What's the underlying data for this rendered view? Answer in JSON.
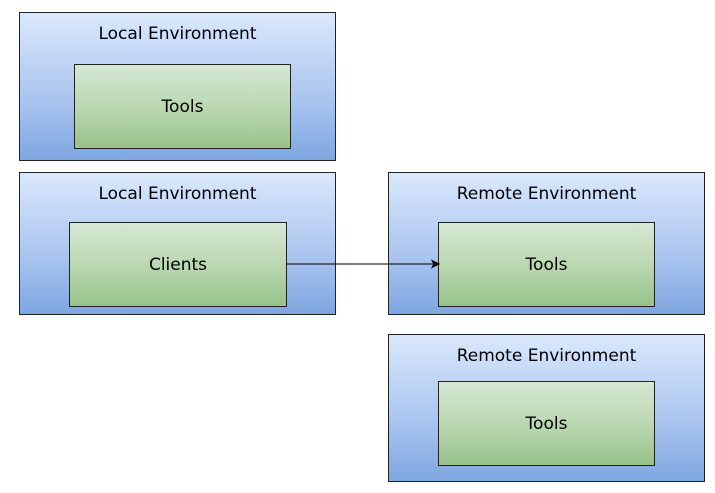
{
  "environments": [
    {
      "title": "Local Environment",
      "box_label": "Tools"
    },
    {
      "title": "Local Environment",
      "box_label": "Clients"
    },
    {
      "title": "Remote Environment",
      "box_label": "Tools"
    },
    {
      "title": "Remote Environment",
      "box_label": "Tools"
    }
  ],
  "connections": [
    {
      "from": "Clients",
      "to": "Tools",
      "style": "arrow"
    }
  ]
}
